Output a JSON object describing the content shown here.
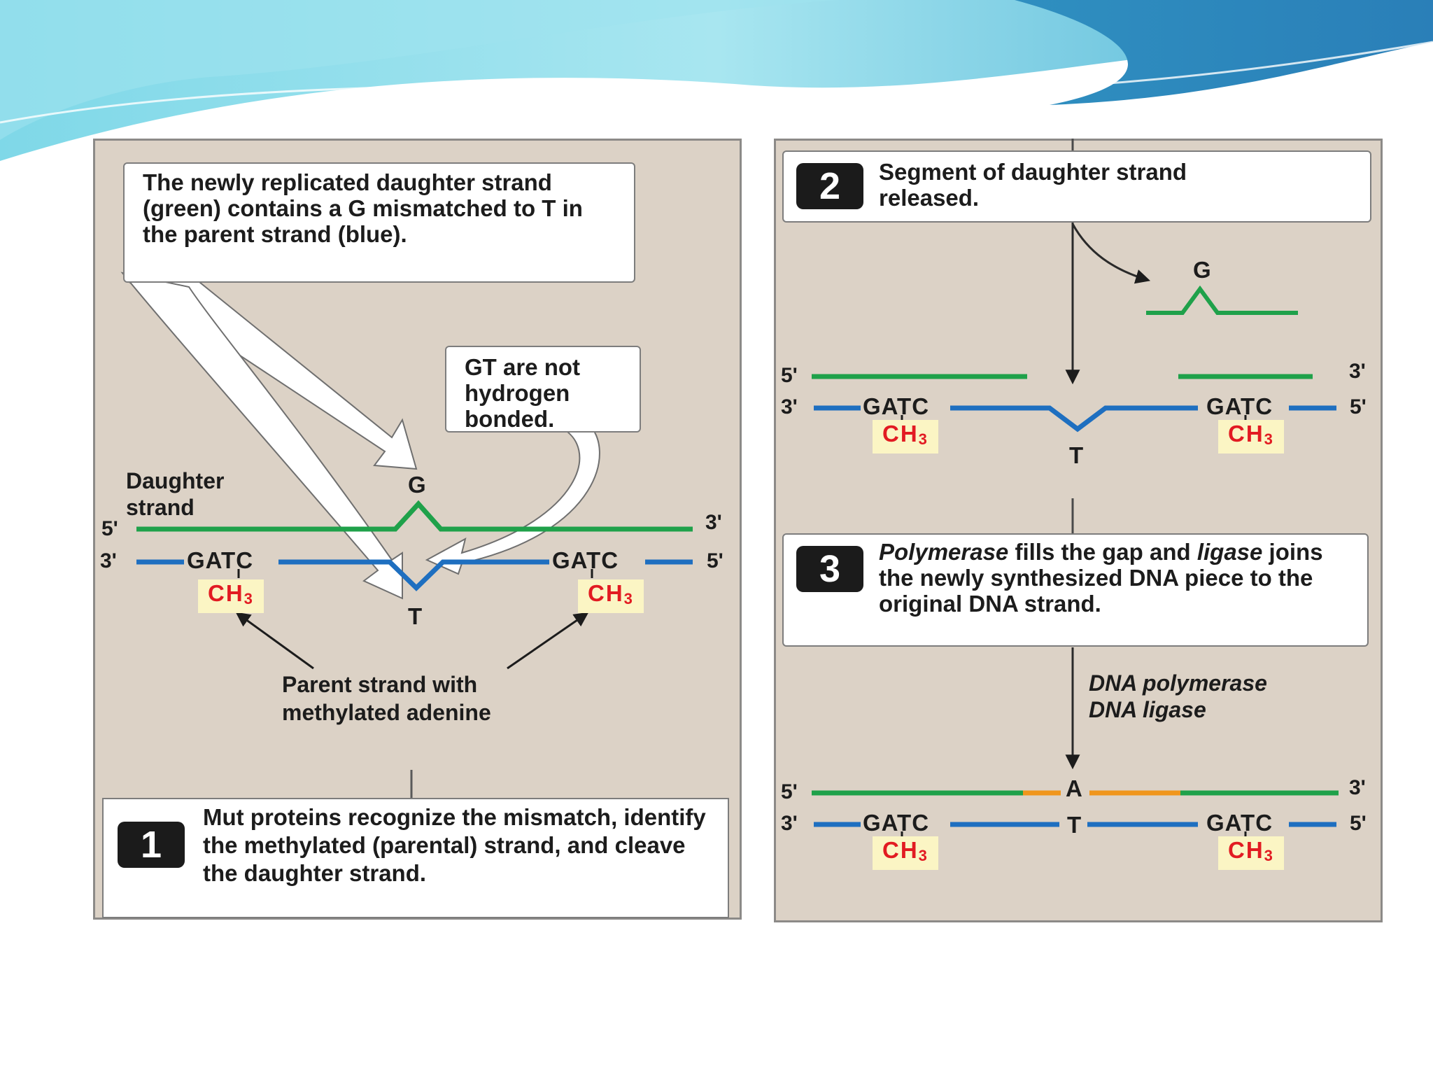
{
  "colors": {
    "daughter_strand": "#1fa14a",
    "parent_strand": "#1e6fc0",
    "new_dna": "#f0961c",
    "methyl_text": "#e21b22",
    "methyl_bg": "#fbf5c4",
    "panel": "#dcd2c6"
  },
  "left": {
    "callout_mismatch": "The newly replicated daughter strand (green) contains a G mismatched to T in the parent strand (blue).",
    "callout_gt": "GT are not hydrogen bonded.",
    "daughter_label": "Daughter strand",
    "daughter_5": "5'",
    "daughter_3": "3'",
    "parent_3": "3'",
    "parent_5": "5'",
    "gatc_left": "GATC",
    "gatc_right": "GATC",
    "ch3": "CH",
    "ch3_sub": "3",
    "base_g": "G",
    "base_t": "T",
    "parent_note": "Parent strand with methylated adenine",
    "step1_number": "1",
    "step1_text": "Mut proteins recognize the mismatch, identify the methylated (parental) strand, and cleave the daughter strand."
  },
  "right": {
    "step2_number": "2",
    "step2_text": "Segment of daughter strand released.",
    "released_base": "G",
    "s2_daughter_5": "5'",
    "s2_daughter_3": "3'",
    "s2_parent_3": "3'",
    "s2_parent_5": "5'",
    "s2_gatc_left": "GATC",
    "s2_gatc_right": "GATC",
    "s2_base_t": "T",
    "step3_number": "3",
    "step3_polymerase": "Polymerase",
    "step3_text_a": " fills the gap and",
    "step3_ligase": "ligase",
    "step3_text_b": " joins the newly synthesized DNA piece to the original DNA strand.",
    "enzymes_line1": "DNA polymerase",
    "enzymes_line2": "DNA ligase",
    "s3_daughter_5": "5'",
    "s3_daughter_3": "3'",
    "s3_parent_3": "3'",
    "s3_parent_5": "5'",
    "s3_base_a": "A",
    "s3_base_t": "T",
    "s3_gatc_left": "GATC",
    "s3_gatc_right": "GATC"
  }
}
